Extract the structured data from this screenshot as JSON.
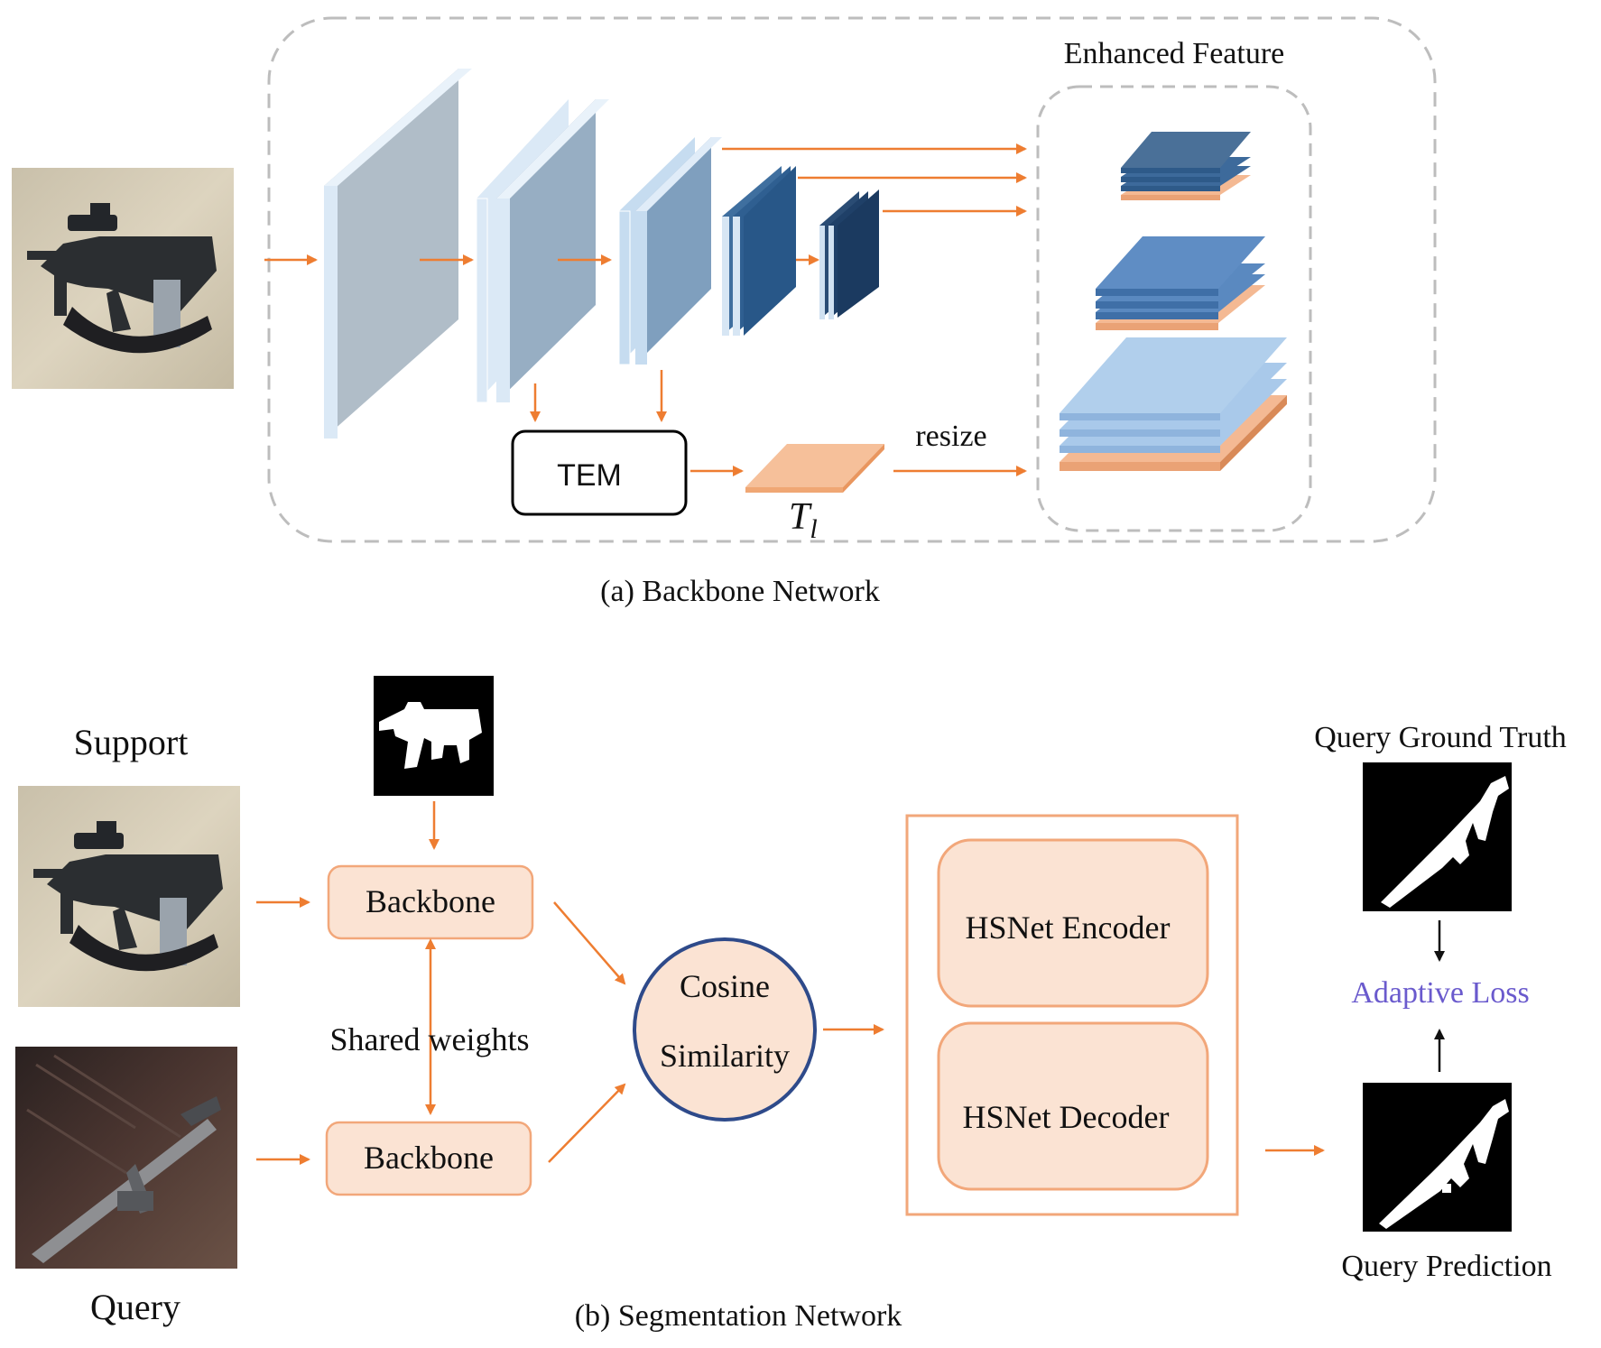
{
  "panel_a": {
    "caption": "(a) Backbone Network",
    "tem_label": "TEM",
    "tl_label": "T",
    "tl_subscript": "l",
    "resize_label": "resize",
    "enhanced_feature_label": "Enhanced Feature"
  },
  "panel_b": {
    "caption": "(b) Segmentation Network",
    "support_label": "Support",
    "query_label": "Query",
    "backbone_top_label": "Backbone",
    "backbone_bottom_label": "Backbone",
    "shared_weights_label": "Shared weights",
    "cosine_line1": "Cosine",
    "cosine_line2": "Similarity",
    "encoder_label": "HSNet Encoder",
    "decoder_label": "HSNet Decoder",
    "ground_truth_label": "Query Ground Truth",
    "adaptive_loss_label": "Adaptive Loss",
    "prediction_label": "Query Prediction"
  },
  "colors": {
    "arrow": "#ee7d31",
    "orange_fill": "#fbe3d3",
    "orange_stroke": "#f2a77a",
    "circle_stroke": "#2e4a8a",
    "adaptive_loss": "#6a5acd",
    "dashed": "#bdbdbd"
  }
}
